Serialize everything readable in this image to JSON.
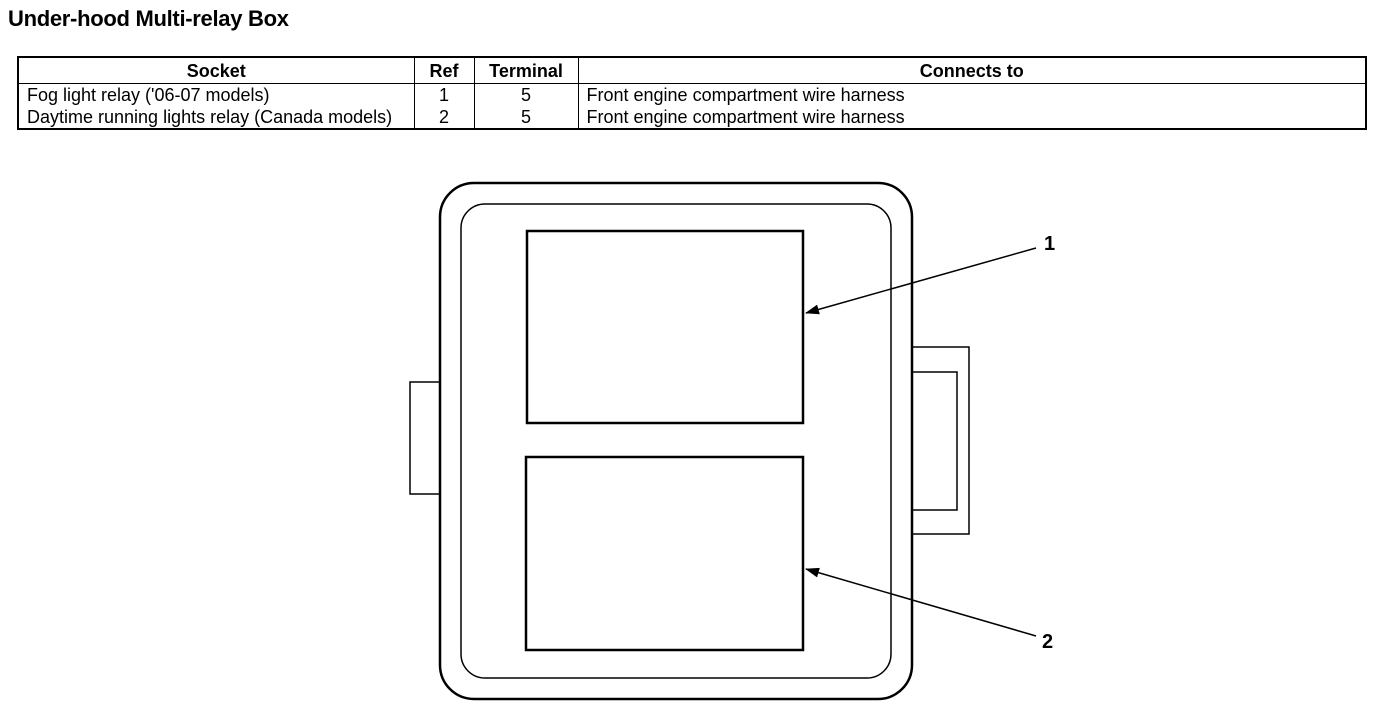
{
  "title": "Under-hood Multi-relay Box",
  "table": {
    "headers": [
      "Socket",
      "Ref",
      "Terminal",
      "Connects to"
    ],
    "rows": [
      {
        "socket": "Fog light relay ('06-07 models)",
        "ref": "1",
        "terminal": "5",
        "connects_to": "Front engine compartment wire harness"
      },
      {
        "socket": "Daytime running lights relay (Canada models)",
        "ref": "2",
        "terminal": "5",
        "connects_to": "Front engine compartment wire harness"
      }
    ]
  },
  "diagram": {
    "callouts": [
      "1",
      "2"
    ]
  }
}
